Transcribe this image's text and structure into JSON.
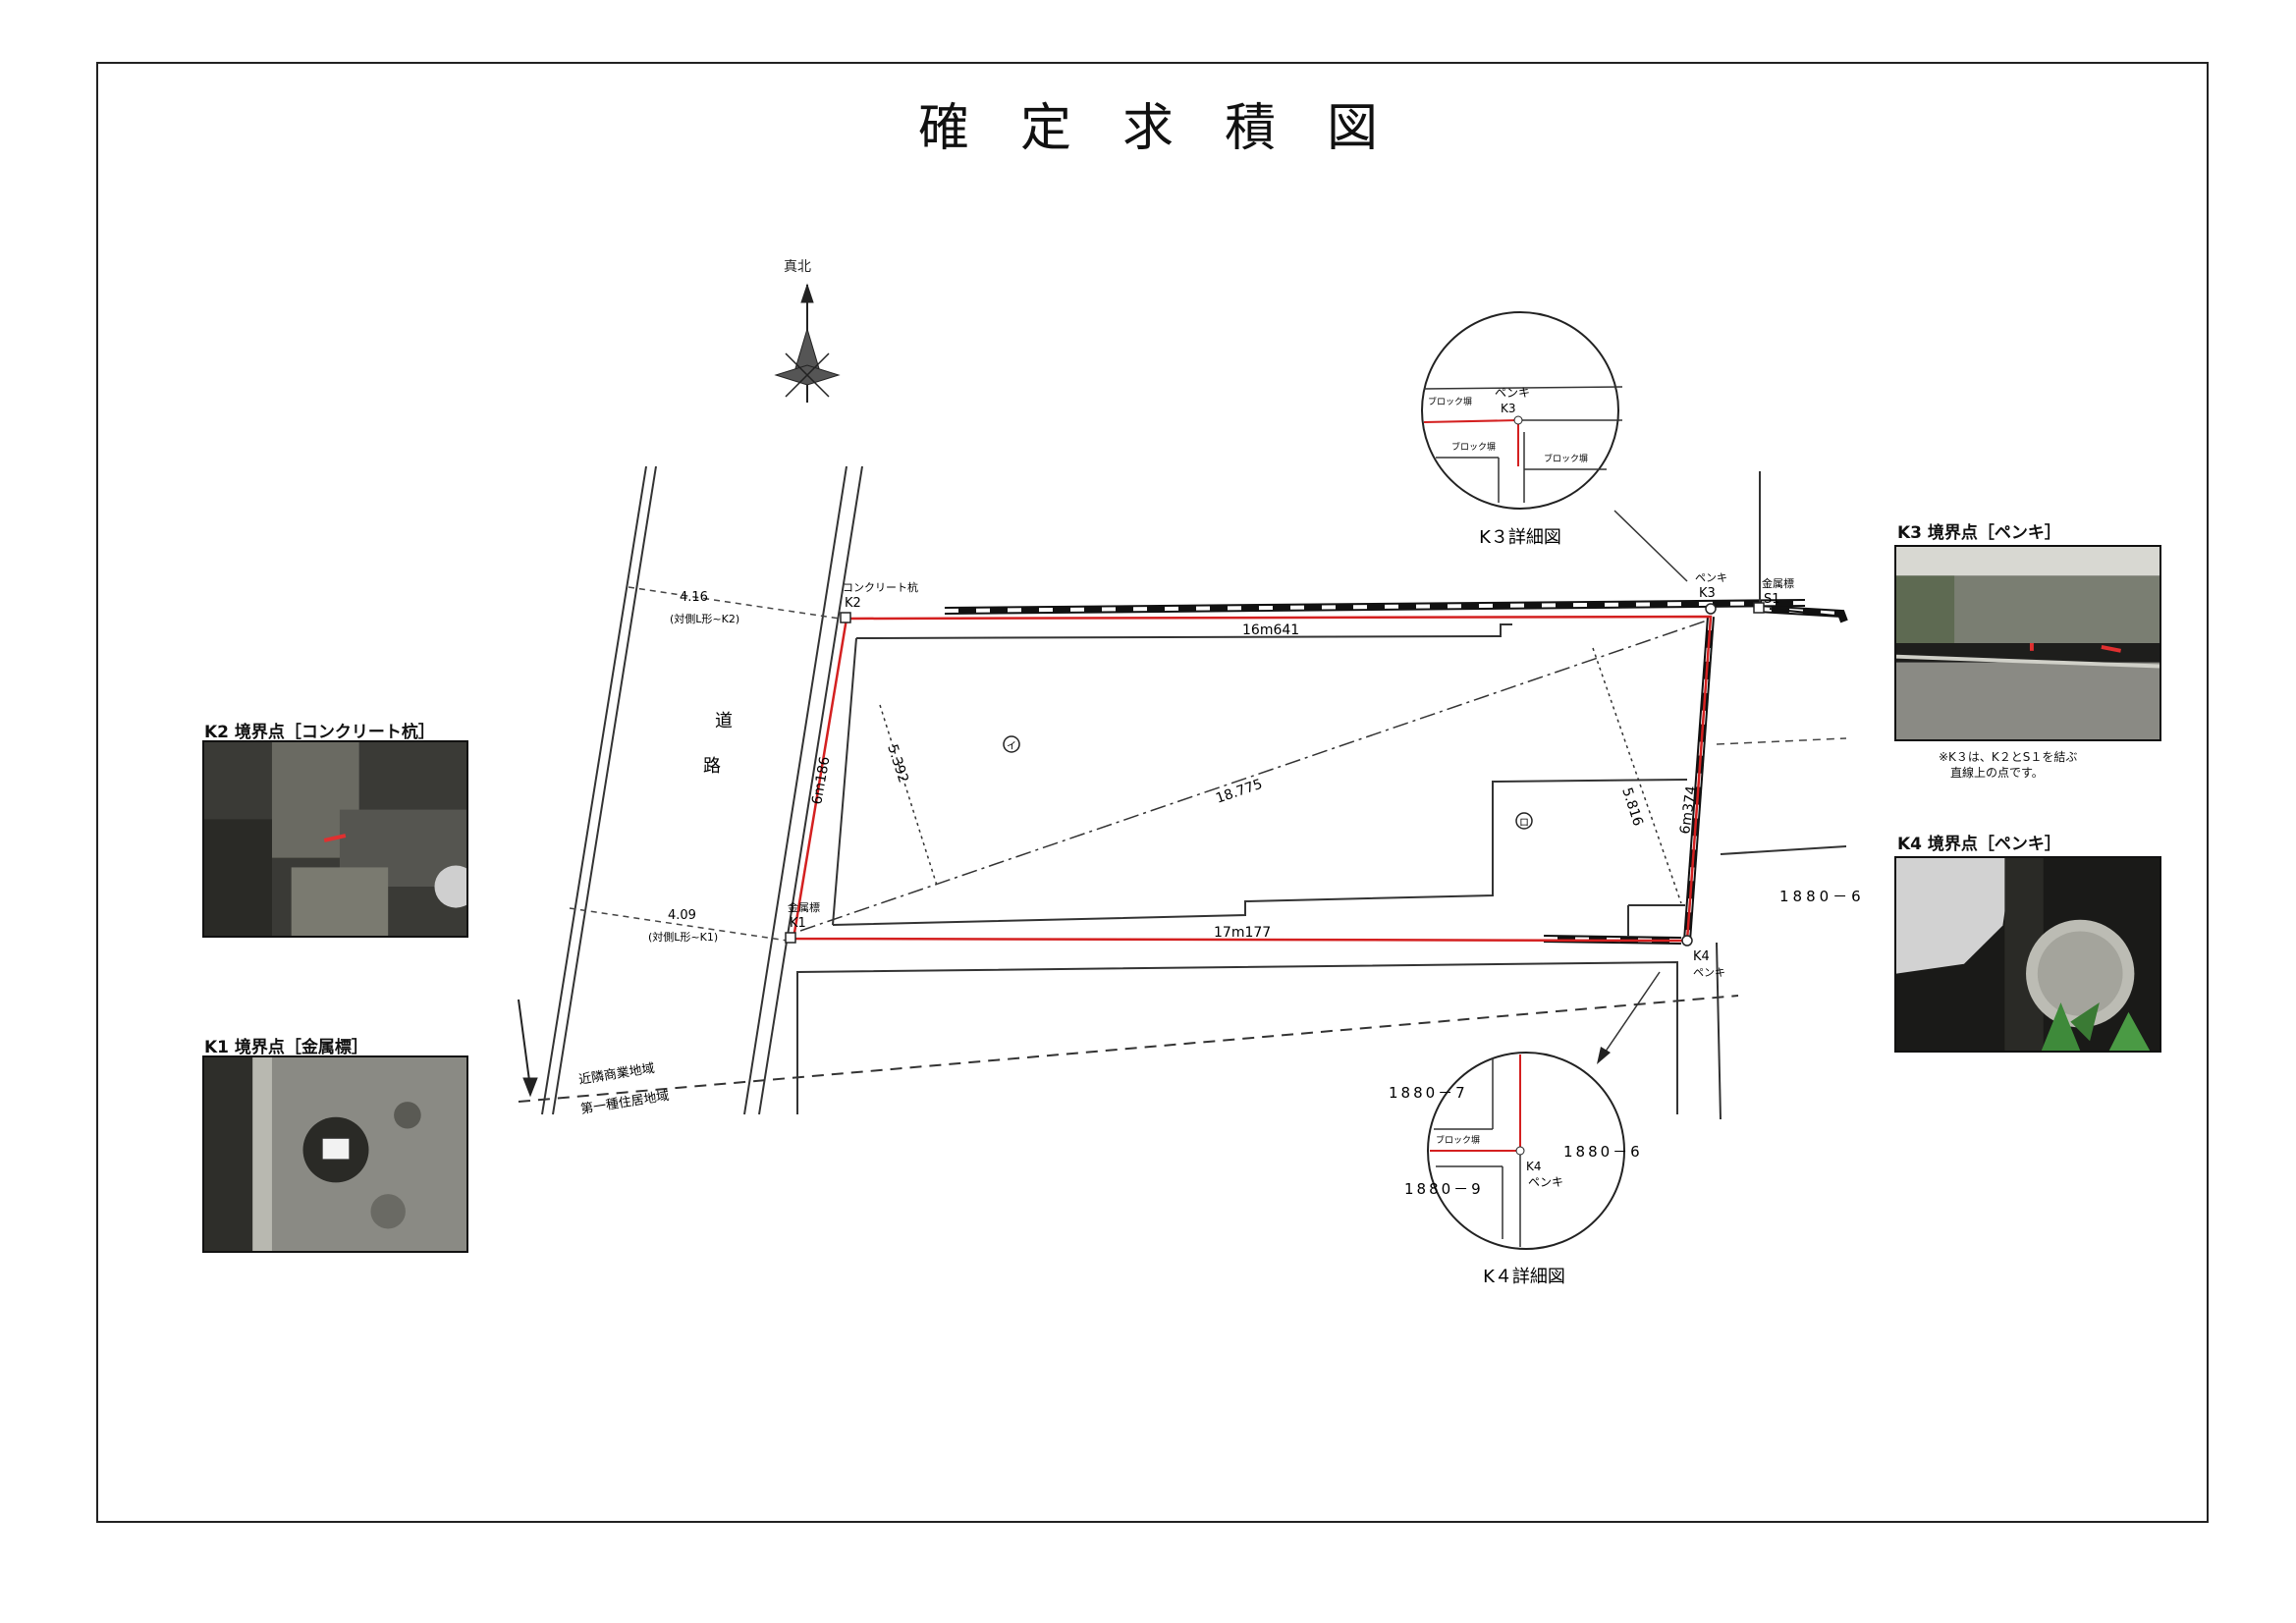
{
  "title": "確定求積図",
  "north_label": "真北",
  "road": {
    "char1": "道",
    "char2": "路"
  },
  "dims": {
    "top_edge": "16m641",
    "bottom_edge": "17m177",
    "left_edge": "6m186",
    "right_edge": "6m374",
    "diagonal": "18.775",
    "perp_left": "5.392",
    "perp_right": "5.816",
    "road_top": "4.16",
    "road_top_note": "(対側L形~K2)",
    "road_bottom": "4.09",
    "road_bottom_note": "(対側L形~K1)"
  },
  "parcel_marks": {
    "i": "イ",
    "ro": "ロ"
  },
  "points": {
    "k1_type": "金属標",
    "k1": "K1",
    "k2_type": "コンクリート杭",
    "k2": "K2",
    "k3_type": "ペンキ",
    "k3": "K3",
    "s1_type": "金属標",
    "s1": "S1",
    "k4": "K4",
    "k4_type": "ペンキ"
  },
  "neighbor_lot": "1880－6",
  "zones": {
    "upper": "近隣商業地域",
    "lower": "第一種住居地域"
  },
  "detail_k3": {
    "caption": "K３詳細図",
    "label_paint": "ペンキ",
    "label_k3": "K3",
    "block1": "ブロック塀",
    "block2": "ブロック塀",
    "block3": "ブロック塀"
  },
  "detail_k4": {
    "caption": "K４詳細図",
    "lot_7": "1880－7",
    "lot_6": "1880－6",
    "lot_9": "1880－9",
    "block": "ブロック塀",
    "label_k4": "K4",
    "label_paint": "ペンキ"
  },
  "photos": {
    "k2": "K2 境界点［コンクリート杭］",
    "k1": "K1 境界点［金属標］",
    "k3": "K3 境界点［ペンキ］",
    "k4": "K4 境界点［ペンキ］"
  },
  "k3_note": {
    "line1": "※K３は、K２とS１を結ぶ",
    "line2": "直線上の点です。"
  },
  "colors": {
    "boundary": "#d42020",
    "line": "#222222"
  }
}
